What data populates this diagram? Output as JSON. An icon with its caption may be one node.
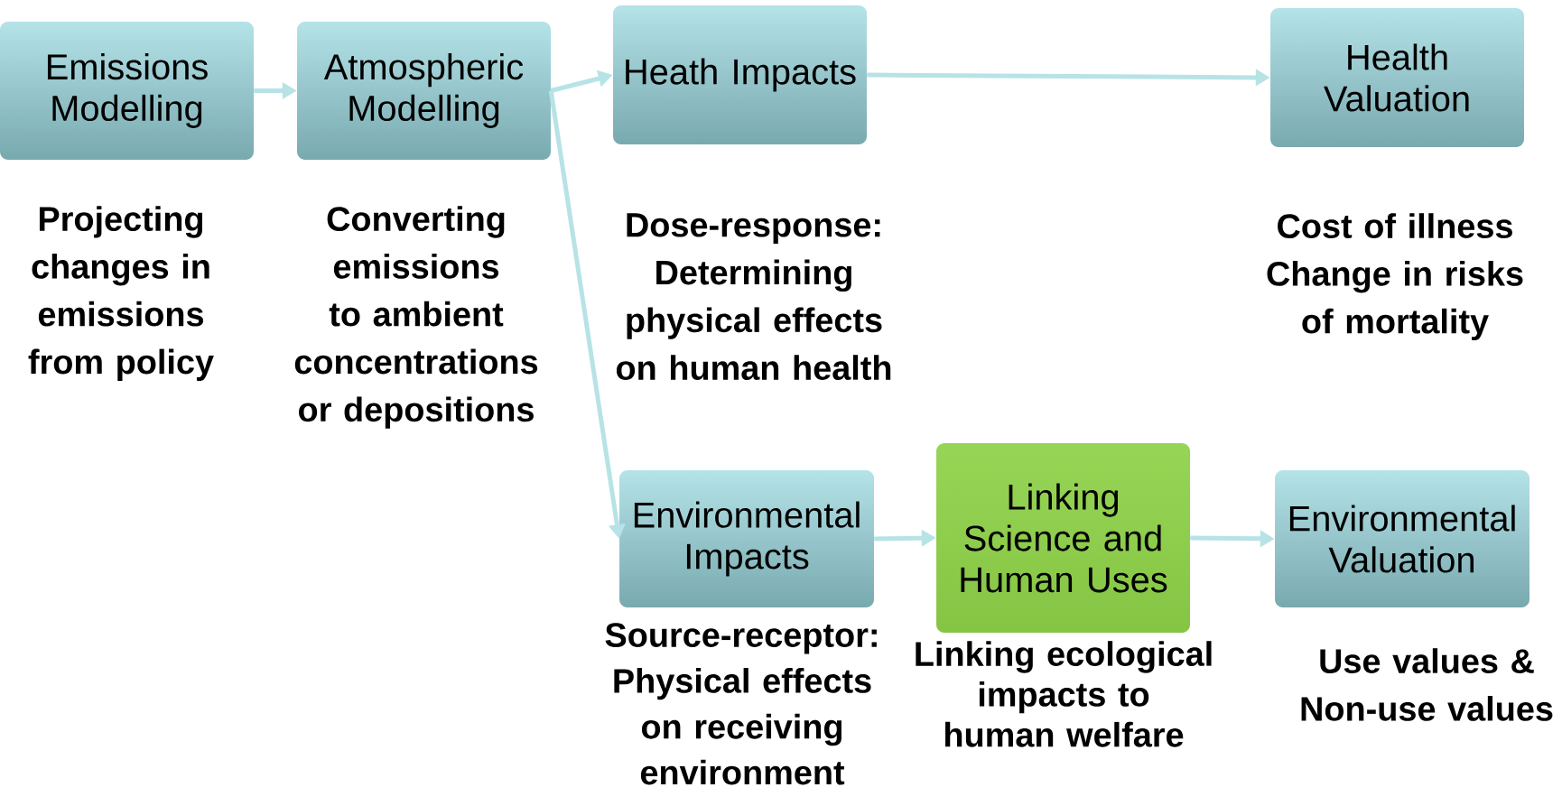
{
  "diagram": {
    "nodes": [
      {
        "text": [
          "Emissions Modelling"
        ],
        "beside": [
          "Projecting changes in emissions from policy"
        ]
      },
      {
        "text": [
          "Atmospheric Modelling"
        ],
        "beside": [
          "Converting emissions to ambient concentrations or depositions"
        ]
      },
      {
        "text": [
          "Heath Impacts"
        ],
        "beside": [
          "Dose-response: Determining physical effects on human health"
        ]
      },
      {
        "text": [
          "Health Valuation"
        ],
        "beside": [
          "Cost of illness Change in risks of mortality"
        ]
      },
      {
        "text": [
          "Environmental Impacts"
        ],
        "beside": [
          "Source-receptor: Physical effects on receiving environment"
        ]
      },
      {
        "text": [
          "Linking Science and Human Uses"
        ],
        "beside": [
          "Linking ecological impacts to human welfare"
        ]
      },
      {
        "text": [
          "Environmental Valuation"
        ],
        "beside": [
          "Use values & Non-use values"
        ]
      }
    ],
    "edges": [
      {
        "from": 0,
        "to": 1,
        "arrow": "to"
      },
      {
        "from": 1,
        "to": 2,
        "arrow": "to"
      },
      {
        "from": 1,
        "to": 4,
        "arrow": "to"
      },
      {
        "from": 2,
        "to": 3,
        "arrow": "to"
      },
      {
        "from": 4,
        "to": 5,
        "arrow": "to"
      },
      {
        "from": 5,
        "to": 6,
        "arrow": "to"
      }
    ]
  }
}
